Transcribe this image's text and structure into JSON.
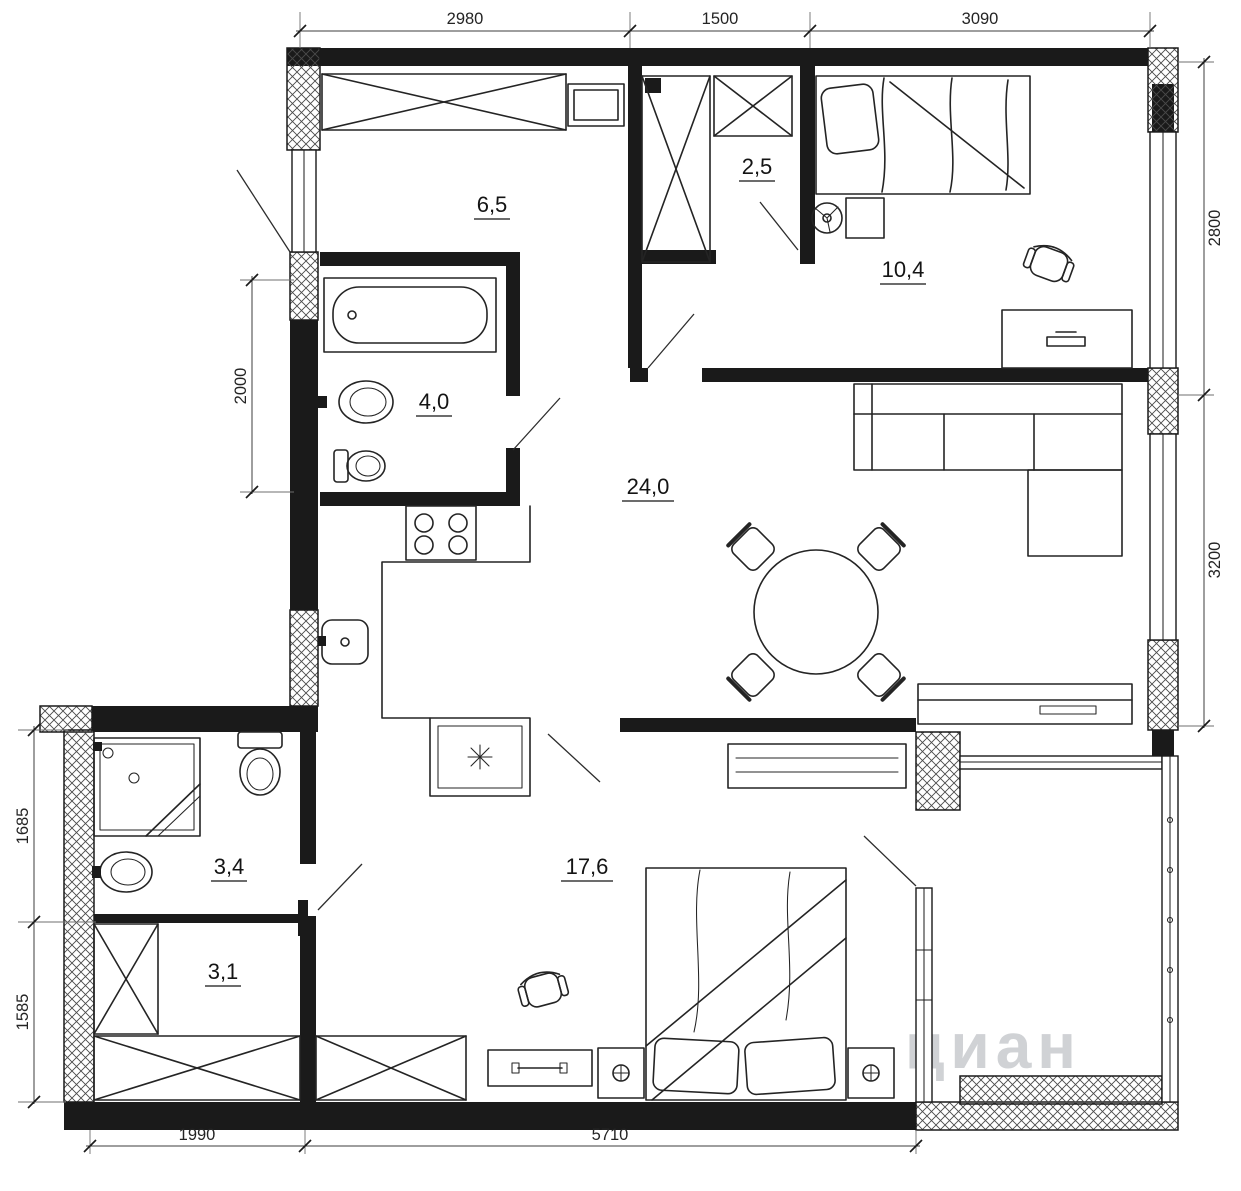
{
  "rooms": {
    "hallway": {
      "area": "6,5"
    },
    "wardrobe": {
      "area": "2,5"
    },
    "bedroom_top": {
      "area": "10,4"
    },
    "bathroom_top": {
      "area": "4,0"
    },
    "living": {
      "area": "24,0"
    },
    "bathroom_bottom": {
      "area": "3,4"
    },
    "hall_bottom": {
      "area": "3,1"
    },
    "bedroom_bottom": {
      "area": "17,6"
    }
  },
  "dimensions_mm": {
    "top_1": "2980",
    "top_2": "1500",
    "top_3": "3090",
    "right_1": "2800",
    "right_2": "3200",
    "left_1": "2000",
    "left_2": "1685",
    "left_3": "1585",
    "bottom_1": "1990",
    "bottom_2": "5710"
  },
  "watermark": "циан",
  "colors": {
    "wall": "#1a1a1a",
    "line": "#242424",
    "dimension": "#3c3c3c",
    "watermark": "#c3c6ca",
    "background": "#ffffff"
  }
}
